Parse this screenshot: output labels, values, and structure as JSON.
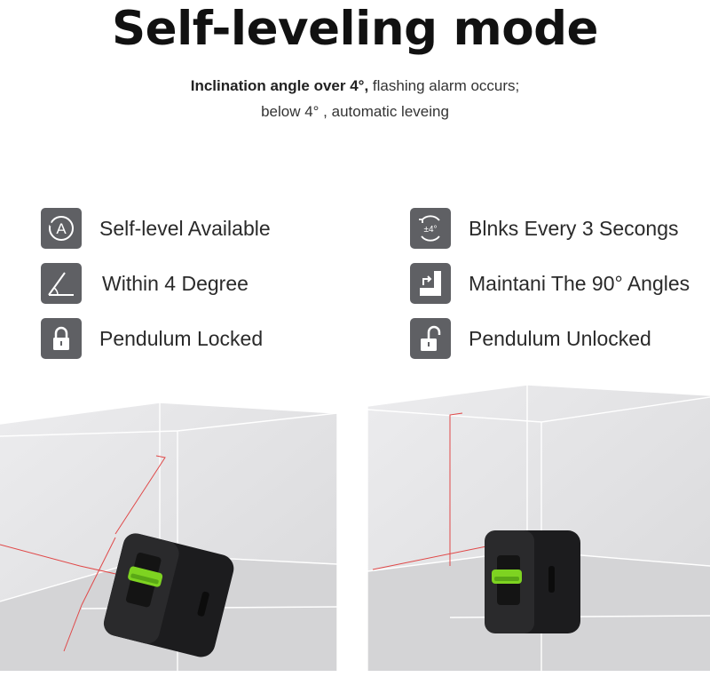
{
  "title": "Self-leveling mode",
  "subtitle": {
    "line1_bold": "Inclination angle over 4°,",
    "line1_rest": "flashing alarm occurs;",
    "line2": "below 4°  , automatic leveing"
  },
  "features_left": [
    {
      "icon": "auto-level-icon",
      "label": "Self-level Available"
    },
    {
      "icon": "angle-icon",
      "label": "Within 4 Degree"
    },
    {
      "icon": "lock-closed-icon",
      "label": "Pendulum Locked"
    }
  ],
  "features_right": [
    {
      "icon": "tilt-4-degree-icon",
      "icon_text": "±4°",
      "label": "Blnks Every 3 Secongs"
    },
    {
      "icon": "right-angle-icon",
      "label": "Maintani The 90° Angles"
    },
    {
      "icon": "lock-open-icon",
      "label": "Pendulum Unlocked"
    }
  ],
  "colors": {
    "icon_bg": "#5f6064",
    "laser": "#e04848",
    "device_body": "#1e1e1e",
    "device_switch": "#7ed321"
  }
}
